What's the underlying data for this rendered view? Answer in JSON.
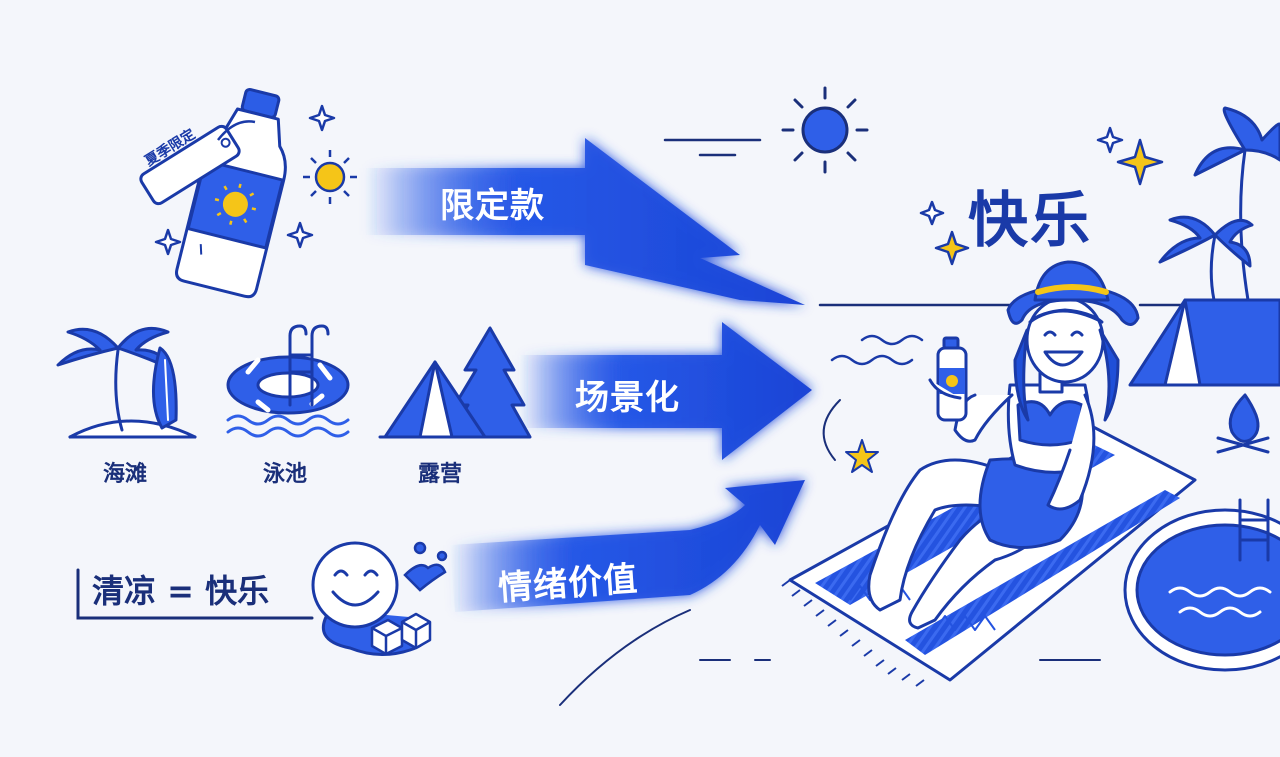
{
  "bottle": {
    "tag_text": "夏季限定"
  },
  "arrows": [
    {
      "label": "限定款"
    },
    {
      "label": "场景化"
    },
    {
      "label": "情绪价值"
    }
  ],
  "scenes": [
    {
      "label": "海滩",
      "icon": "palm-surfboard-icon"
    },
    {
      "label": "泳池",
      "icon": "swim-ring-ladder-icon"
    },
    {
      "label": "露营",
      "icon": "tent-tree-icon"
    }
  ],
  "emotion": {
    "equation": "清凉 = 快乐",
    "icons": [
      "smiley-face-icon",
      "ice-cube-icon",
      "water-splash-icon"
    ]
  },
  "result": {
    "title": "快乐"
  },
  "colors": {
    "primary": "#1f4fd8",
    "navy": "#1a2f7a",
    "accent_yellow": "#f5c518",
    "background": "#f4f6fb"
  }
}
